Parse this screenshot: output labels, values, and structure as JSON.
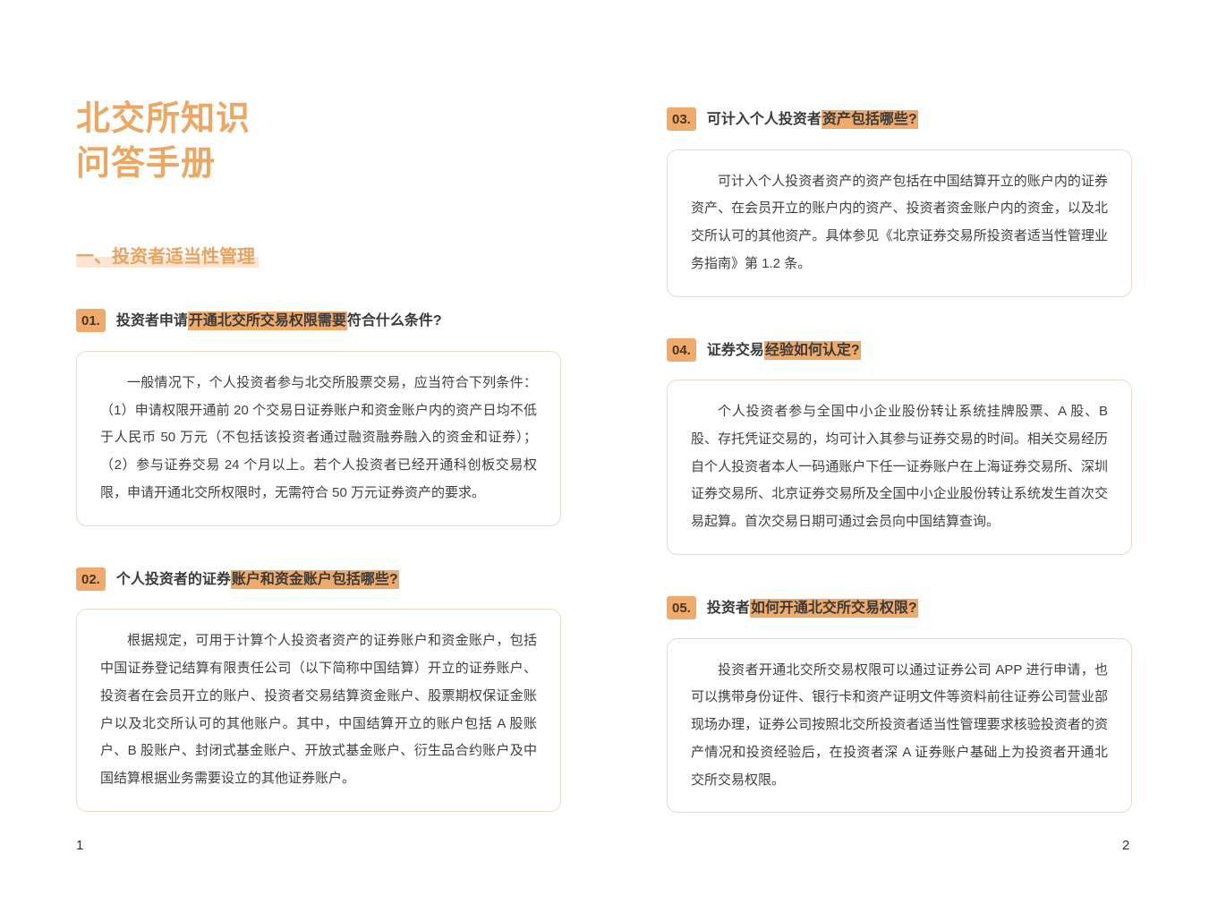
{
  "page": {
    "title_line1": "北交所知识",
    "title_line2": "问答手册",
    "section_heading": "一、投资者适当性管理",
    "page_number_left": "1",
    "page_number_right": "2"
  },
  "colors": {
    "accent_orange": "#F0AB6C",
    "title_orange": "#ECA763",
    "box_border": "#EBDCC6",
    "body_text": "#404040"
  },
  "questions": [
    {
      "num": "01.",
      "title_pre": "投资者申请",
      "title_hl": "开通北交所交易权限需要",
      "title_post": "符合什么条件?",
      "answer": "一般情况下，个人投资者参与北交所股票交易，应当符合下列条件：（1）申请权限开通前 20 个交易日证券账户和资金账户内的资产日均不低于人民币 50 万元（不包括该投资者通过融资融券融入的资金和证券）；（2）参与证券交易 24 个月以上。若个人投资者已经开通科创板交易权限，申请开通北交所权限时，无需符合 50 万元证券资产的要求。"
    },
    {
      "num": "02.",
      "title_pre": "个人投资者的证券",
      "title_hl": "账户和资金账户包括哪些?",
      "title_post": "",
      "answer": "根据规定，可用于计算个人投资者资产的证券账户和资金账户，包括中国证券登记结算有限责任公司（以下简称中国结算）开立的证券账户、投资者在会员开立的账户、投资者交易结算资金账户、股票期权保证金账户以及北交所认可的其他账户。其中，中国结算开立的账户包括 A 股账户、B 股账户、封闭式基金账户、开放式基金账户、衍生品合约账户及中国结算根据业务需要设立的其他证券账户。"
    },
    {
      "num": "03.",
      "title_pre": "可计入个人投资者",
      "title_hl": "资产包括哪些?",
      "title_post": "",
      "answer": "可计入个人投资者资产的资产包括在中国结算开立的账户内的证券资产、在会员开立的账户内的资产、投资者资金账户内的资金，以及北交所认可的其他资产。具体参见《北京证券交易所投资者适当性管理业务指南》第 1.2 条。"
    },
    {
      "num": "04.",
      "title_pre": "证券交易",
      "title_hl": "经验如何认定?",
      "title_post": "",
      "answer": "个人投资者参与全国中小企业股份转让系统挂牌股票、A 股、B 股、存托凭证交易的，均可计入其参与证券交易的时间。相关交易经历自个人投资者本人一码通账户下任一证券账户在上海证券交易所、深圳证券交易所、北京证券交易所及全国中小企业股份转让系统发生首次交易起算。首次交易日期可通过会员向中国结算查询。"
    },
    {
      "num": "05.",
      "title_pre": "投资者",
      "title_hl": "如何开通北交所交易权限?",
      "title_post": "",
      "answer": "投资者开通北交所交易权限可以通过证券公司 APP 进行申请，也可以携带身份证件、银行卡和资产证明文件等资料前往证券公司营业部现场办理，证券公司按照北交所投资者适当性管理要求核验投资者的资产情况和投资经验后，在投资者深 A 证券账户基础上为投资者开通北交所交易权限。"
    }
  ]
}
